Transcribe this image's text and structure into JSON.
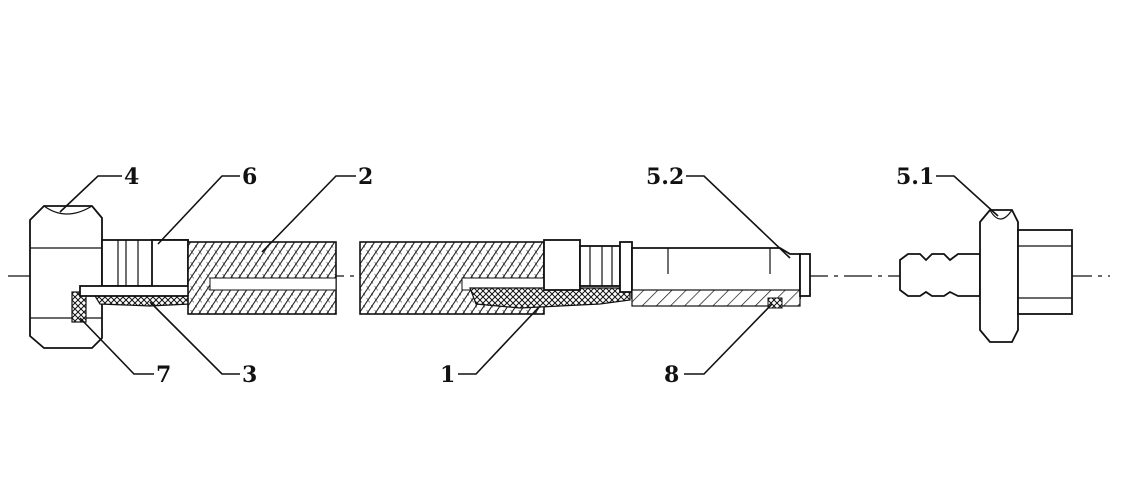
{
  "callouts": {
    "c4": "4",
    "c6": "6",
    "c2": "2",
    "c52": "5.2",
    "c51": "5.1",
    "c7": "7",
    "c3": "3",
    "c1": "1",
    "c8": "8"
  }
}
